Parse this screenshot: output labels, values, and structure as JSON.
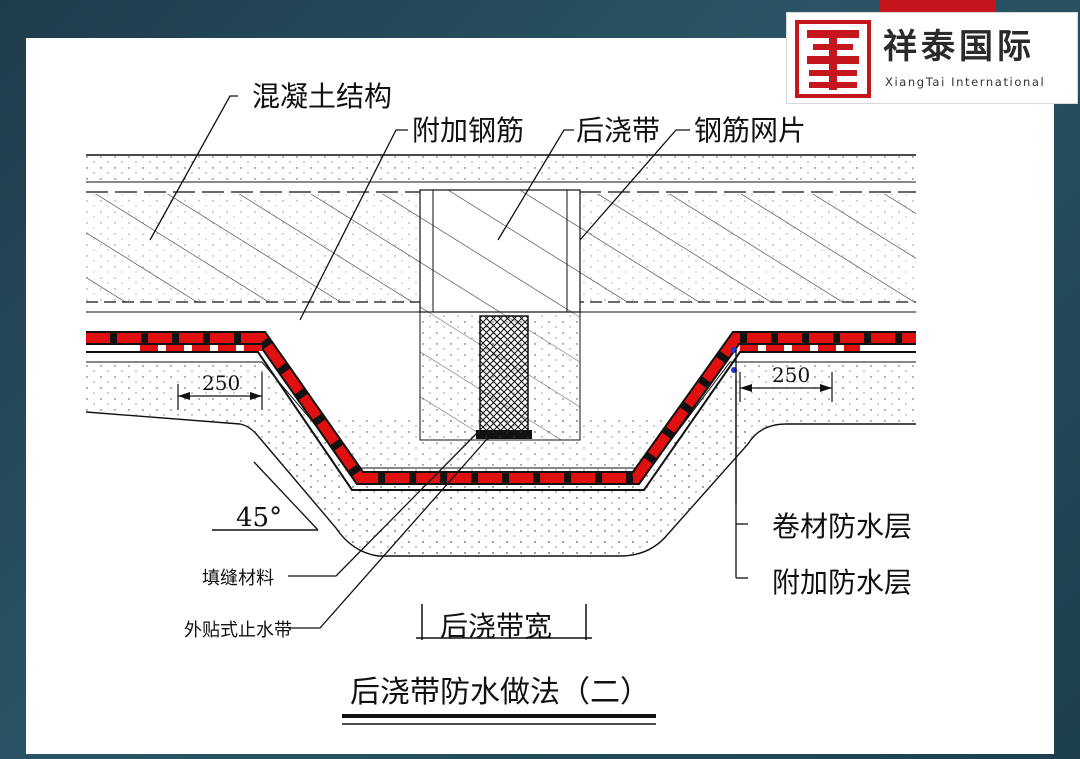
{
  "logo": {
    "name_cn": "祥泰国际",
    "name_en": "XiangTai  International",
    "brand_color": "#c4161c"
  },
  "labels": {
    "concrete_structure": "混凝土结构",
    "additional_rebar": "附加钢筋",
    "post_pour_strip": "后浇带",
    "rebar_mesh": "钢筋网片",
    "membrane_layer": "卷材防水层",
    "additional_waterproof_layer": "附加防水层",
    "filler_material": "填缝材料",
    "external_waterstop": "外贴式止水带",
    "strip_width": "后浇带宽",
    "dim_left": "250",
    "dim_right": "250",
    "angle": "45°"
  },
  "title": "后浇带防水做法（二）",
  "colors": {
    "membrane_red": "#e01010",
    "line": "#111111"
  }
}
